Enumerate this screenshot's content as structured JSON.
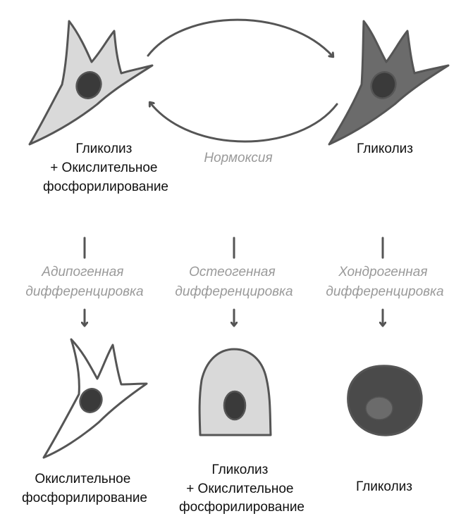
{
  "top": {
    "left_cell": {
      "label_lines": [
        "Гликолиз",
        "+ Окислительное",
        "фосфорилирование"
      ],
      "fill": "#d9d9d9"
    },
    "right_cell": {
      "label_lines": [
        "Гликолиз"
      ],
      "fill": "#6b6b6b"
    },
    "cycle_label": "Нормоксия"
  },
  "branches": [
    {
      "process_lines": [
        "Адипогенная",
        "дифференцировка"
      ],
      "cell_shape": "fibroblast",
      "cell_fill": "#ffffff",
      "result_lines": [
        "Окислительное",
        "фосфорилирование"
      ]
    },
    {
      "process_lines": [
        "Остеогенная",
        "дифференцировка"
      ],
      "cell_shape": "rounded-square",
      "cell_fill": "#d9d9d9",
      "result_lines": [
        "Гликолиз",
        "+ Окислительное",
        "фосфорилирование"
      ]
    },
    {
      "process_lines": [
        "Хондрогенная",
        "дифференцировка"
      ],
      "cell_shape": "round",
      "cell_fill": "#4a4a4a",
      "result_lines": [
        "Гликолиз"
      ]
    }
  ],
  "colors": {
    "outline": "#555555",
    "nucleus": "#3a3a3a",
    "label_text": "#111111",
    "process_text": "#9a9a9a",
    "background": "#ffffff"
  }
}
